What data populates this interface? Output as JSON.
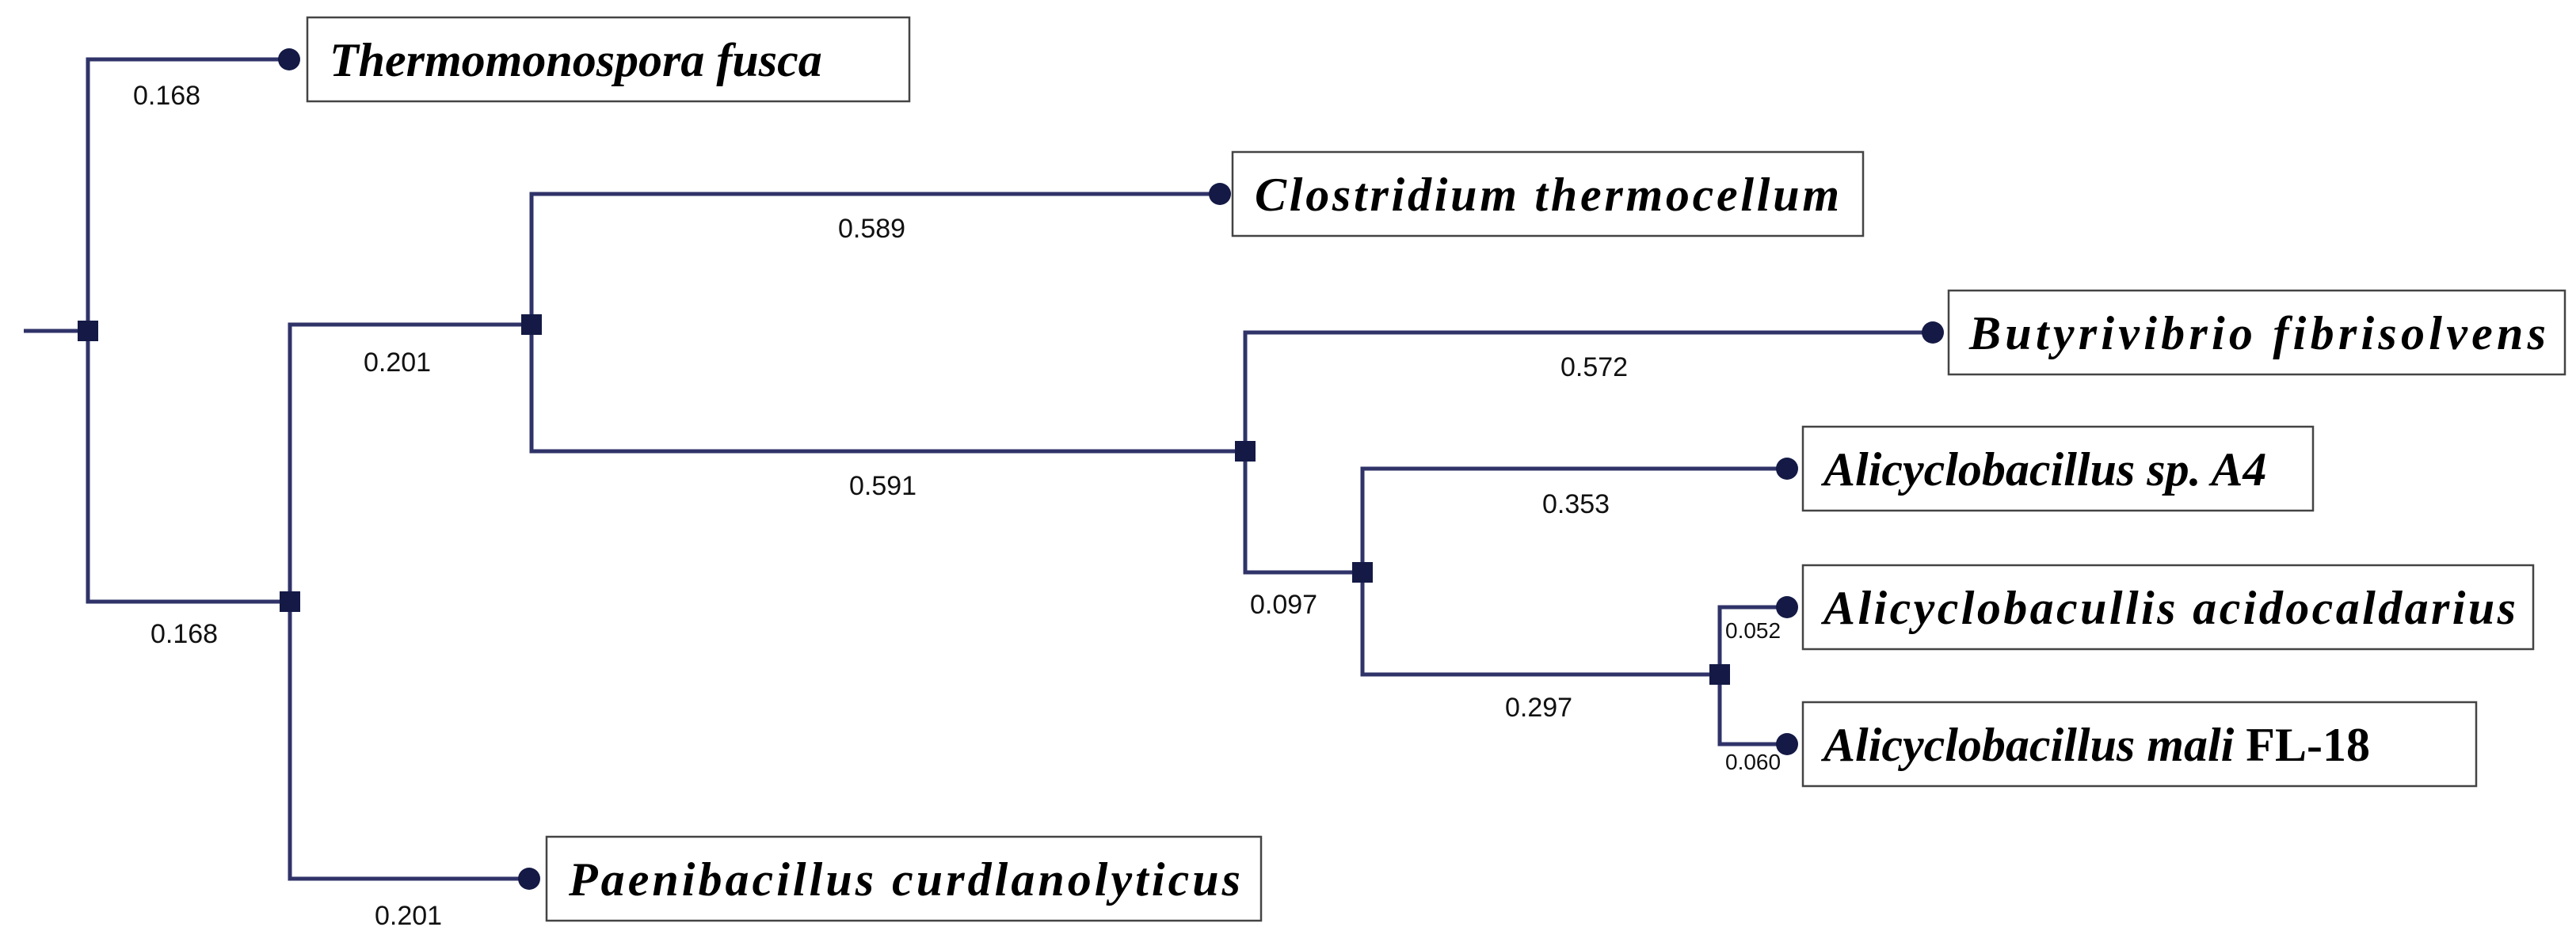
{
  "branch_lengths": {
    "thermomonospora": "0.168",
    "clade_lower": "0.168",
    "clostridium_clade": "0.201",
    "paenibacillus": "0.201",
    "clostridium": "0.589",
    "inner_clade": "0.591",
    "butyrivibrio": "0.572",
    "alicyclo_clade": "0.097",
    "alicyclobacillus_a4": "0.353",
    "acido_mali_clade": "0.297",
    "acidocaldarius": "0.052",
    "mali": "0.060"
  },
  "taxa": {
    "thermomonospora": "Thermomonospora fusca",
    "clostridium": "Clostridium thermocellum",
    "butyrivibrio": "Butyrivibrio fibrisolvens",
    "alicyclobacillus_a4": "Alicyclobacillus sp. A4",
    "acidocaldarius": "Alicyclobacullis acidocaldarius",
    "mali": "Alicyclobacillus mali",
    "mali_strain": " FL-18",
    "paenibacillus": "Paenibacillus curdlanolyticus"
  },
  "colors": {
    "branch": "#2f3368",
    "node": "#141a45"
  }
}
